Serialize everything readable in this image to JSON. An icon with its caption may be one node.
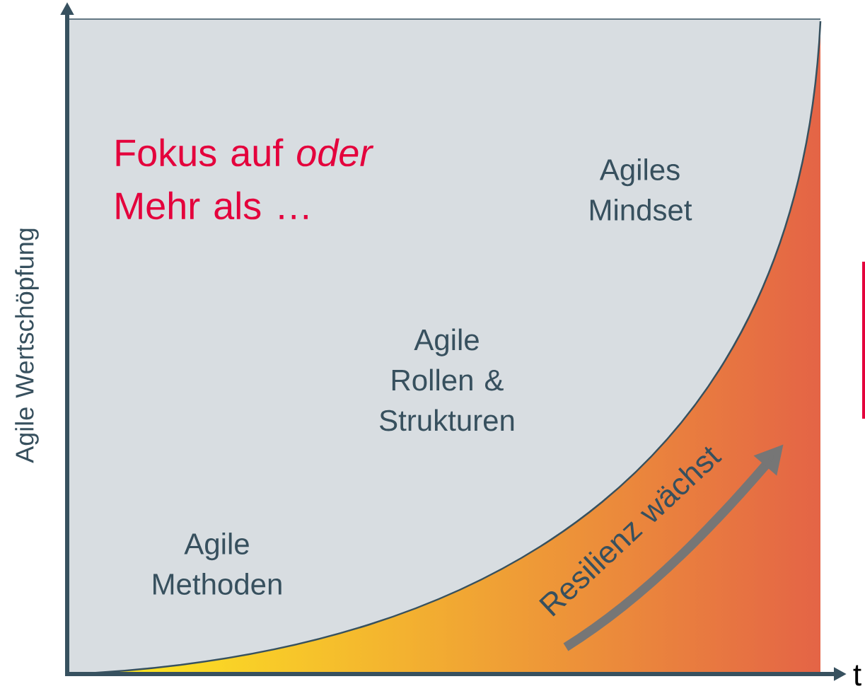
{
  "diagram": {
    "labels": [
      "Fokus auf *oder* Mehr als …",
      "Agiles Mindset",
      "Agile Rollen & Strukturen",
      "Agile Methoden",
      "Resilienz wächst",
      "Agile Wertschöpfung",
      "t"
    ]
  }
}
